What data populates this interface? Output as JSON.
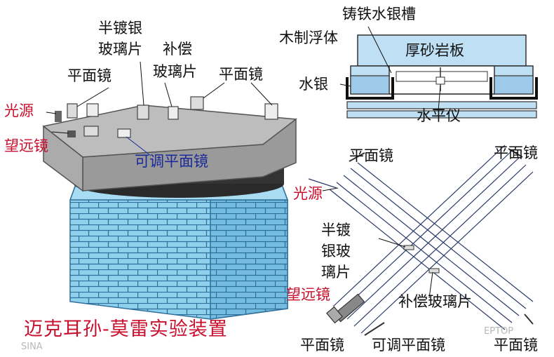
{
  "labels": {
    "half_silvered_glass_top": "半镀银",
    "half_silvered_glass_bottom": "玻璃片",
    "compensator_top": "补偿",
    "compensator_bottom": "玻璃片",
    "plane_mirror_left": "平面镜",
    "plane_mirror_right": "平面镜",
    "light_source": "光源",
    "telescope": "望远镜",
    "adjustable_mirror": "可调平面镜",
    "cast_iron_trough": "铸铁水银槽",
    "wooden_float": "木制浮体",
    "sandstone_slab": "厚砂岩板",
    "mercury": "水银",
    "level": "水平仪",
    "title": "迈克耳孙-莫雷实验装置"
  },
  "schematic": {
    "plane_mirror_top_left": "平面镜",
    "plane_mirror_top_right": "平面镜",
    "light_source": "光源",
    "half_silvered_1": "半镀",
    "half_silvered_2": "银玻",
    "half_silvered_3": "璃片",
    "telescope": "望远镜",
    "compensator": "补偿玻璃片",
    "plane_mirror_bottom_left": "平面镜",
    "adjustable_mirror": "可调平面镜",
    "plane_mirror_bottom_right": "平面镜"
  },
  "watermarks": {
    "left": "SINA",
    "right": "EPTOP"
  },
  "colors": {
    "brick": "#8fd0ec",
    "brick_line": "#2f6f9a",
    "slab_top": "#b9b9b9",
    "slab_front": "#9c9c9c",
    "mercury": "#bfe0f4",
    "beam": "#2a3a6a",
    "label_red": "#c8102e",
    "label_blue": "#1a2a9a"
  }
}
